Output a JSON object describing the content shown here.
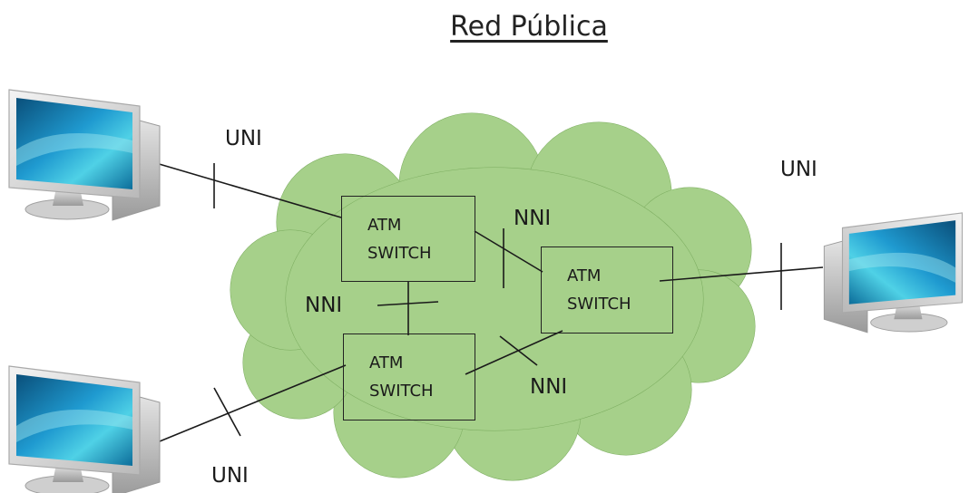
{
  "title": "Red Pública",
  "switches": [
    {
      "line1": "ATM",
      "line2": "SWITCH"
    },
    {
      "line1": "ATM",
      "line2": "SWITCH"
    },
    {
      "line1": "ATM",
      "line2": "SWITCH"
    }
  ],
  "labels": {
    "uni_top_left": "UNI",
    "uni_right": "UNI",
    "uni_bottom_left": "UNI",
    "nni_top": "NNI",
    "nni_left": "NNI",
    "nni_bottom": "NNI"
  },
  "colors": {
    "cloud_fill": "#a6d08a",
    "cloud_stroke": "#7aab5e",
    "line": "#1a1a1a"
  },
  "icons": [
    "computer-monitor-icon",
    "computer-monitor-icon",
    "computer-monitor-icon"
  ]
}
